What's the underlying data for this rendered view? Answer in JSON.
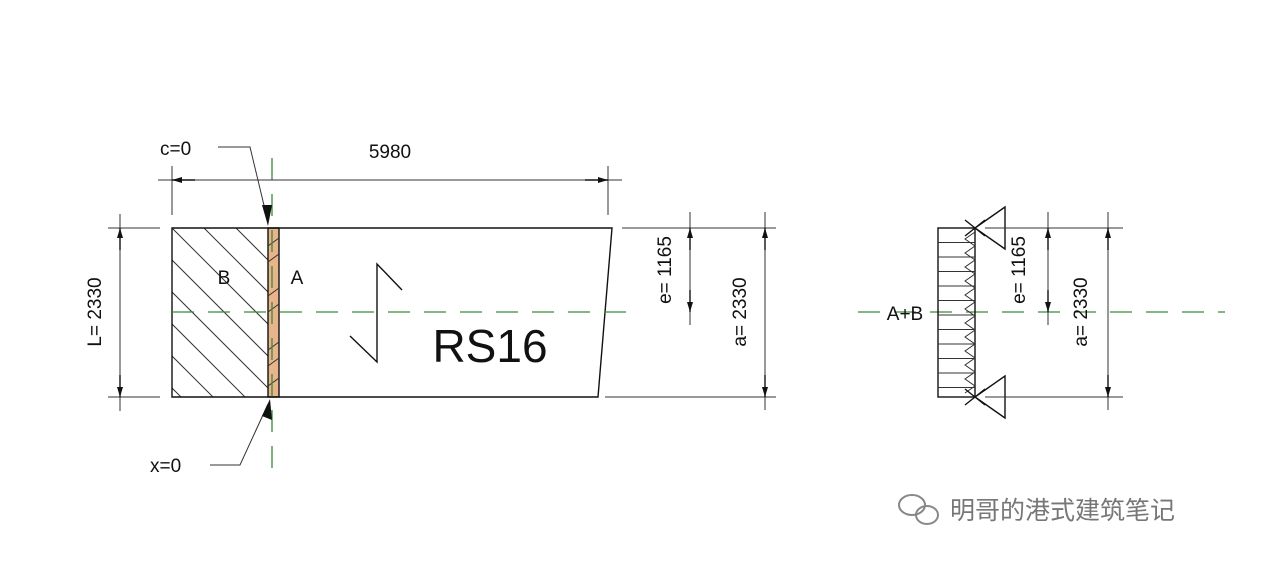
{
  "drawing": {
    "left_view": {
      "length_dim": "5980",
      "height_dim": "L= 2330",
      "c_label": "c=0",
      "x_label": "x=0",
      "region_b": "B",
      "region_a": "A",
      "panel_label": "RS16",
      "e_dim": "e= 1165",
      "a_dim": "a= 2330"
    },
    "right_view": {
      "label": "A+B",
      "e_dim": "e= 1165",
      "a_dim": "a= 2330"
    },
    "colors": {
      "strip": "#e8b48a",
      "centerline": "#3a8a3a"
    }
  },
  "watermark": {
    "text": "明哥的港式建筑笔记",
    "icon": "wechat-icon"
  }
}
